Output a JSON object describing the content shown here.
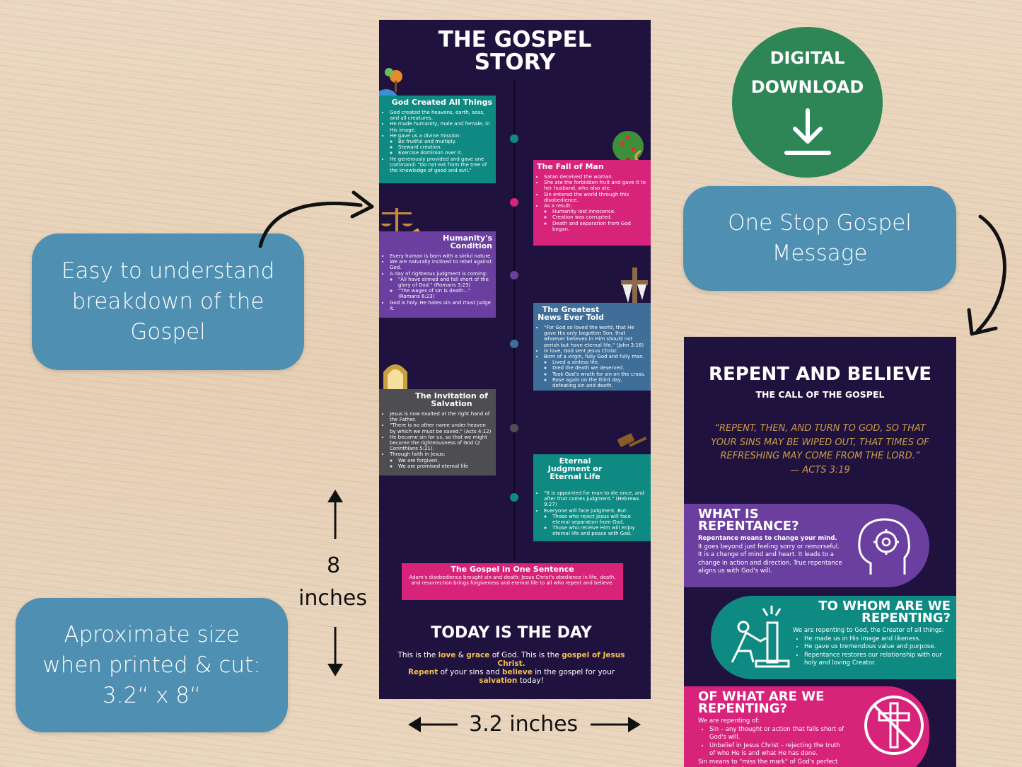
{
  "pills": {
    "left_top": [
      "Easy to understand",
      "breakdown of the",
      "Gospel"
    ],
    "right_top": [
      "One Stop Gospel",
      "Message"
    ],
    "left_bottom": [
      "Aproximate size",
      "when printed & cut:",
      "3.2“ x 8“"
    ]
  },
  "measurements": {
    "height_number": "8",
    "height_unit": "inches",
    "width_label": "3.2 inches"
  },
  "download_badge": {
    "line1": "DIGITAL",
    "line2": "DOWNLOAD",
    "icon": "download-arrow-icon",
    "color": "#2e8556"
  },
  "card1": {
    "title_line1": "THE GOSPEL",
    "title_line2": "STORY",
    "sections": [
      {
        "title": "God Created All Things",
        "icon": "earth-tree-icon",
        "color": "#0e8a82",
        "bullets": [
          "God created the heavens, earth, seas, and all creatures.",
          "He made humanity, male and female, in His image.",
          "He gave us a divine mission:"
        ],
        "sub": [
          "Be fruitful and multiply.",
          "Steward creation.",
          "Exercise dominion over it."
        ],
        "after": [
          "He generously provided and gave one command: \"Do not eat from the tree of the knowledge of good and evil.\""
        ]
      },
      {
        "title": "The Fall of Man",
        "icon": "tree-serpent-icon",
        "color": "#d8237a",
        "bullets": [
          "Satan deceived the woman.",
          "She ate the forbidden fruit and gave it to her husband, who also ate.",
          "Sin entered the world through this disobedience.",
          "As a result:"
        ],
        "sub": [
          "Humanity lost innocence.",
          "Creation was corrupted.",
          "Death and separation from God began."
        ],
        "after": []
      },
      {
        "title": "Humanity's Condition",
        "icon": "scales-gavel-icon",
        "color": "#6a3fa0",
        "bullets": [
          "Every human is born with a sinful nature.",
          "We are naturally inclined to rebel against God.",
          "A day of righteous judgment is coming:"
        ],
        "sub": [
          "\"All have sinned and fall short of the glory of God.\" (Romans 3:23)",
          "\"The wages of sin is death...\" (Romans 6:23)"
        ],
        "after": [
          "God is holy. He hates sin and must judge it."
        ]
      },
      {
        "title": "The Greatest News Ever Told",
        "icon": "cross-icon",
        "color": "#3f6e98",
        "bullets": [
          "\"For God so loved the world, that He gave His only begotten Son, that whoever believes in Him should not perish but have eternal life.\" (John 3:16)",
          "In love, God sent Jesus Christ:",
          "Born of a virgin, fully God and fully man."
        ],
        "sub": [
          "Lived a sinless life.",
          "Died the death we deserved.",
          "Took God's wrath for sin on the cross.",
          "Rose again on the third day, defeating sin and death."
        ],
        "after": []
      },
      {
        "title": "The Invitation of Salvation",
        "icon": "golden-door-icon",
        "color": "#4e4e52",
        "bullets": [
          "Jesus is now exalted at the right hand of the Father.",
          "\"There is no other name under heaven by which we must be saved.\" (Acts 4:12)",
          "He became sin for us, so that we might become the righteousness of God (2 Corinthians 5:21).",
          "Through faith in Jesus:"
        ],
        "sub": [
          "We are forgiven.",
          "We are promised eternal life"
        ],
        "after": []
      },
      {
        "title": "Eternal Judgment or Eternal Life",
        "icon": "gavel-icon",
        "color": "#0e8a82",
        "bullets": [
          "\"It is appointed for man to die once, and after that comes judgment.\" (Hebrews 9:27)",
          "Everyone will face judgment. But:"
        ],
        "sub": [
          "Those who reject Jesus will face eternal separation from God.",
          "Those who receive Him will enjoy eternal life and peace with God."
        ],
        "after": []
      }
    ],
    "dot_colors": [
      "#0e8a82",
      "#d8237a",
      "#6a3fa0",
      "#3f6e98",
      "#4e4e52",
      "#0e8a82"
    ],
    "one_sentence": {
      "title": "The Gospel in One Sentence",
      "text": "Adam's disobedience brought sin and death; Jesus Christ's obedience in life, death, and resurrection brings forgiveness and eternal life to all who repent and believe."
    },
    "today": {
      "title": "TODAY IS THE DAY",
      "p1": "This is the ",
      "love": "love",
      "amp": " & ",
      "grace": "grace",
      "p2": " of God. This is the ",
      "gospel": "gospel of Jesus Christ.",
      "repent": "Repent",
      "p3": " of your sins and ",
      "believe": "believe",
      "p4": " in the gospel for your ",
      "salvation": "salvation",
      "p5": " today!"
    }
  },
  "card2": {
    "title": "REPENT AND BELIEVE",
    "subtitle": "THE CALL OF THE GOSPEL",
    "quote": "“REPENT, THEN, AND TURN TO GOD, SO THAT YOUR SINS MAY BE WIPED OUT, THAT TIMES OF REFRESHING MAY COME FROM THE LORD.”",
    "quote_ref": "— ACTS 3:19",
    "what": {
      "title_line1": "WHAT IS",
      "title_line2": "REPENTANCE?",
      "bold": "Repentance means to change your mind.",
      "text": "It goes beyond just feeling sorry or remorseful. It is a change of mind and heart. It leads to a change in action and direction. True repentance aligns us with God's will.",
      "icon": "head-gear-icon",
      "color": "#6a3fa0"
    },
    "whom": {
      "title_line1": "TO WHOM ARE WE",
      "title_line2": "REPENTING?",
      "intro": "We are repenting to God, the Creator of all things:",
      "bullets": [
        "He made us in His image and likeness.",
        "He gave us tremendous value and purpose.",
        "Repentance restores our relationship with our holy and loving Creator."
      ],
      "icon": "kneeling-prayer-icon",
      "color": "#0e8a82"
    },
    "of_what": {
      "title_line1": "OF WHAT ARE WE",
      "title_line2": "REPENTING?",
      "intro": "We are repenting of:",
      "bullets": [
        "Sin – any thought or action that falls short of God's will.",
        "Unbelief in Jesus Christ – rejecting the truth of who He is and what He has done."
      ],
      "footer": "Sin means to \"miss the mark\" of God's perfect moral standard.",
      "icon": "no-cross-icon",
      "color": "#d8237a"
    }
  }
}
